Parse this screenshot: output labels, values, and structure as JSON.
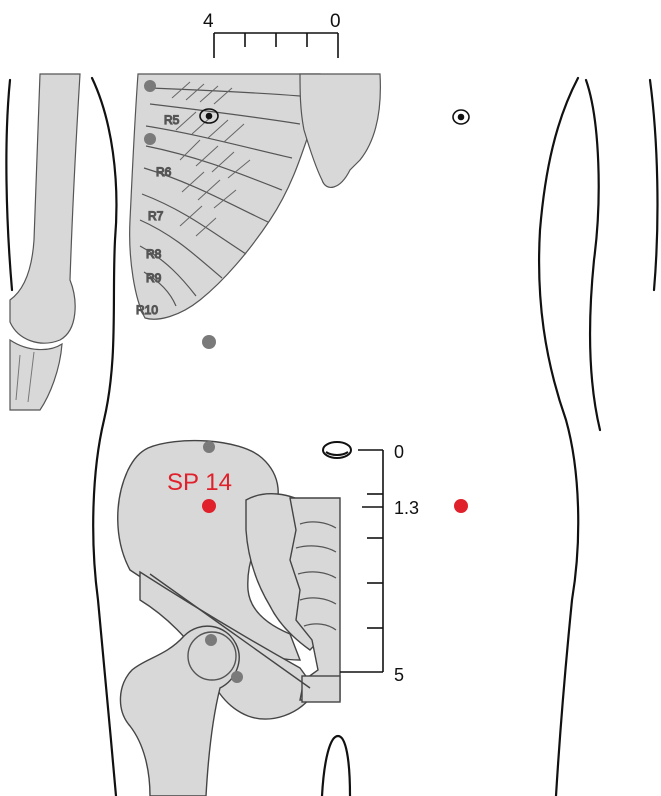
{
  "top_scale": {
    "left_label": "4",
    "right_label": "0"
  },
  "rib_labels": [
    "R5",
    "R6",
    "R7",
    "R8",
    "R9",
    "R10"
  ],
  "point": {
    "name": "SP 14",
    "color": "#e0202a"
  },
  "vertical_scale": {
    "top_label": "0",
    "mid_label": "1.3",
    "bottom_label": "5"
  },
  "colors": {
    "bone_fill": "#d8d8d8",
    "outline": "#111111",
    "landmark_dot": "#7a7a7a",
    "point_red": "#e0202a"
  }
}
